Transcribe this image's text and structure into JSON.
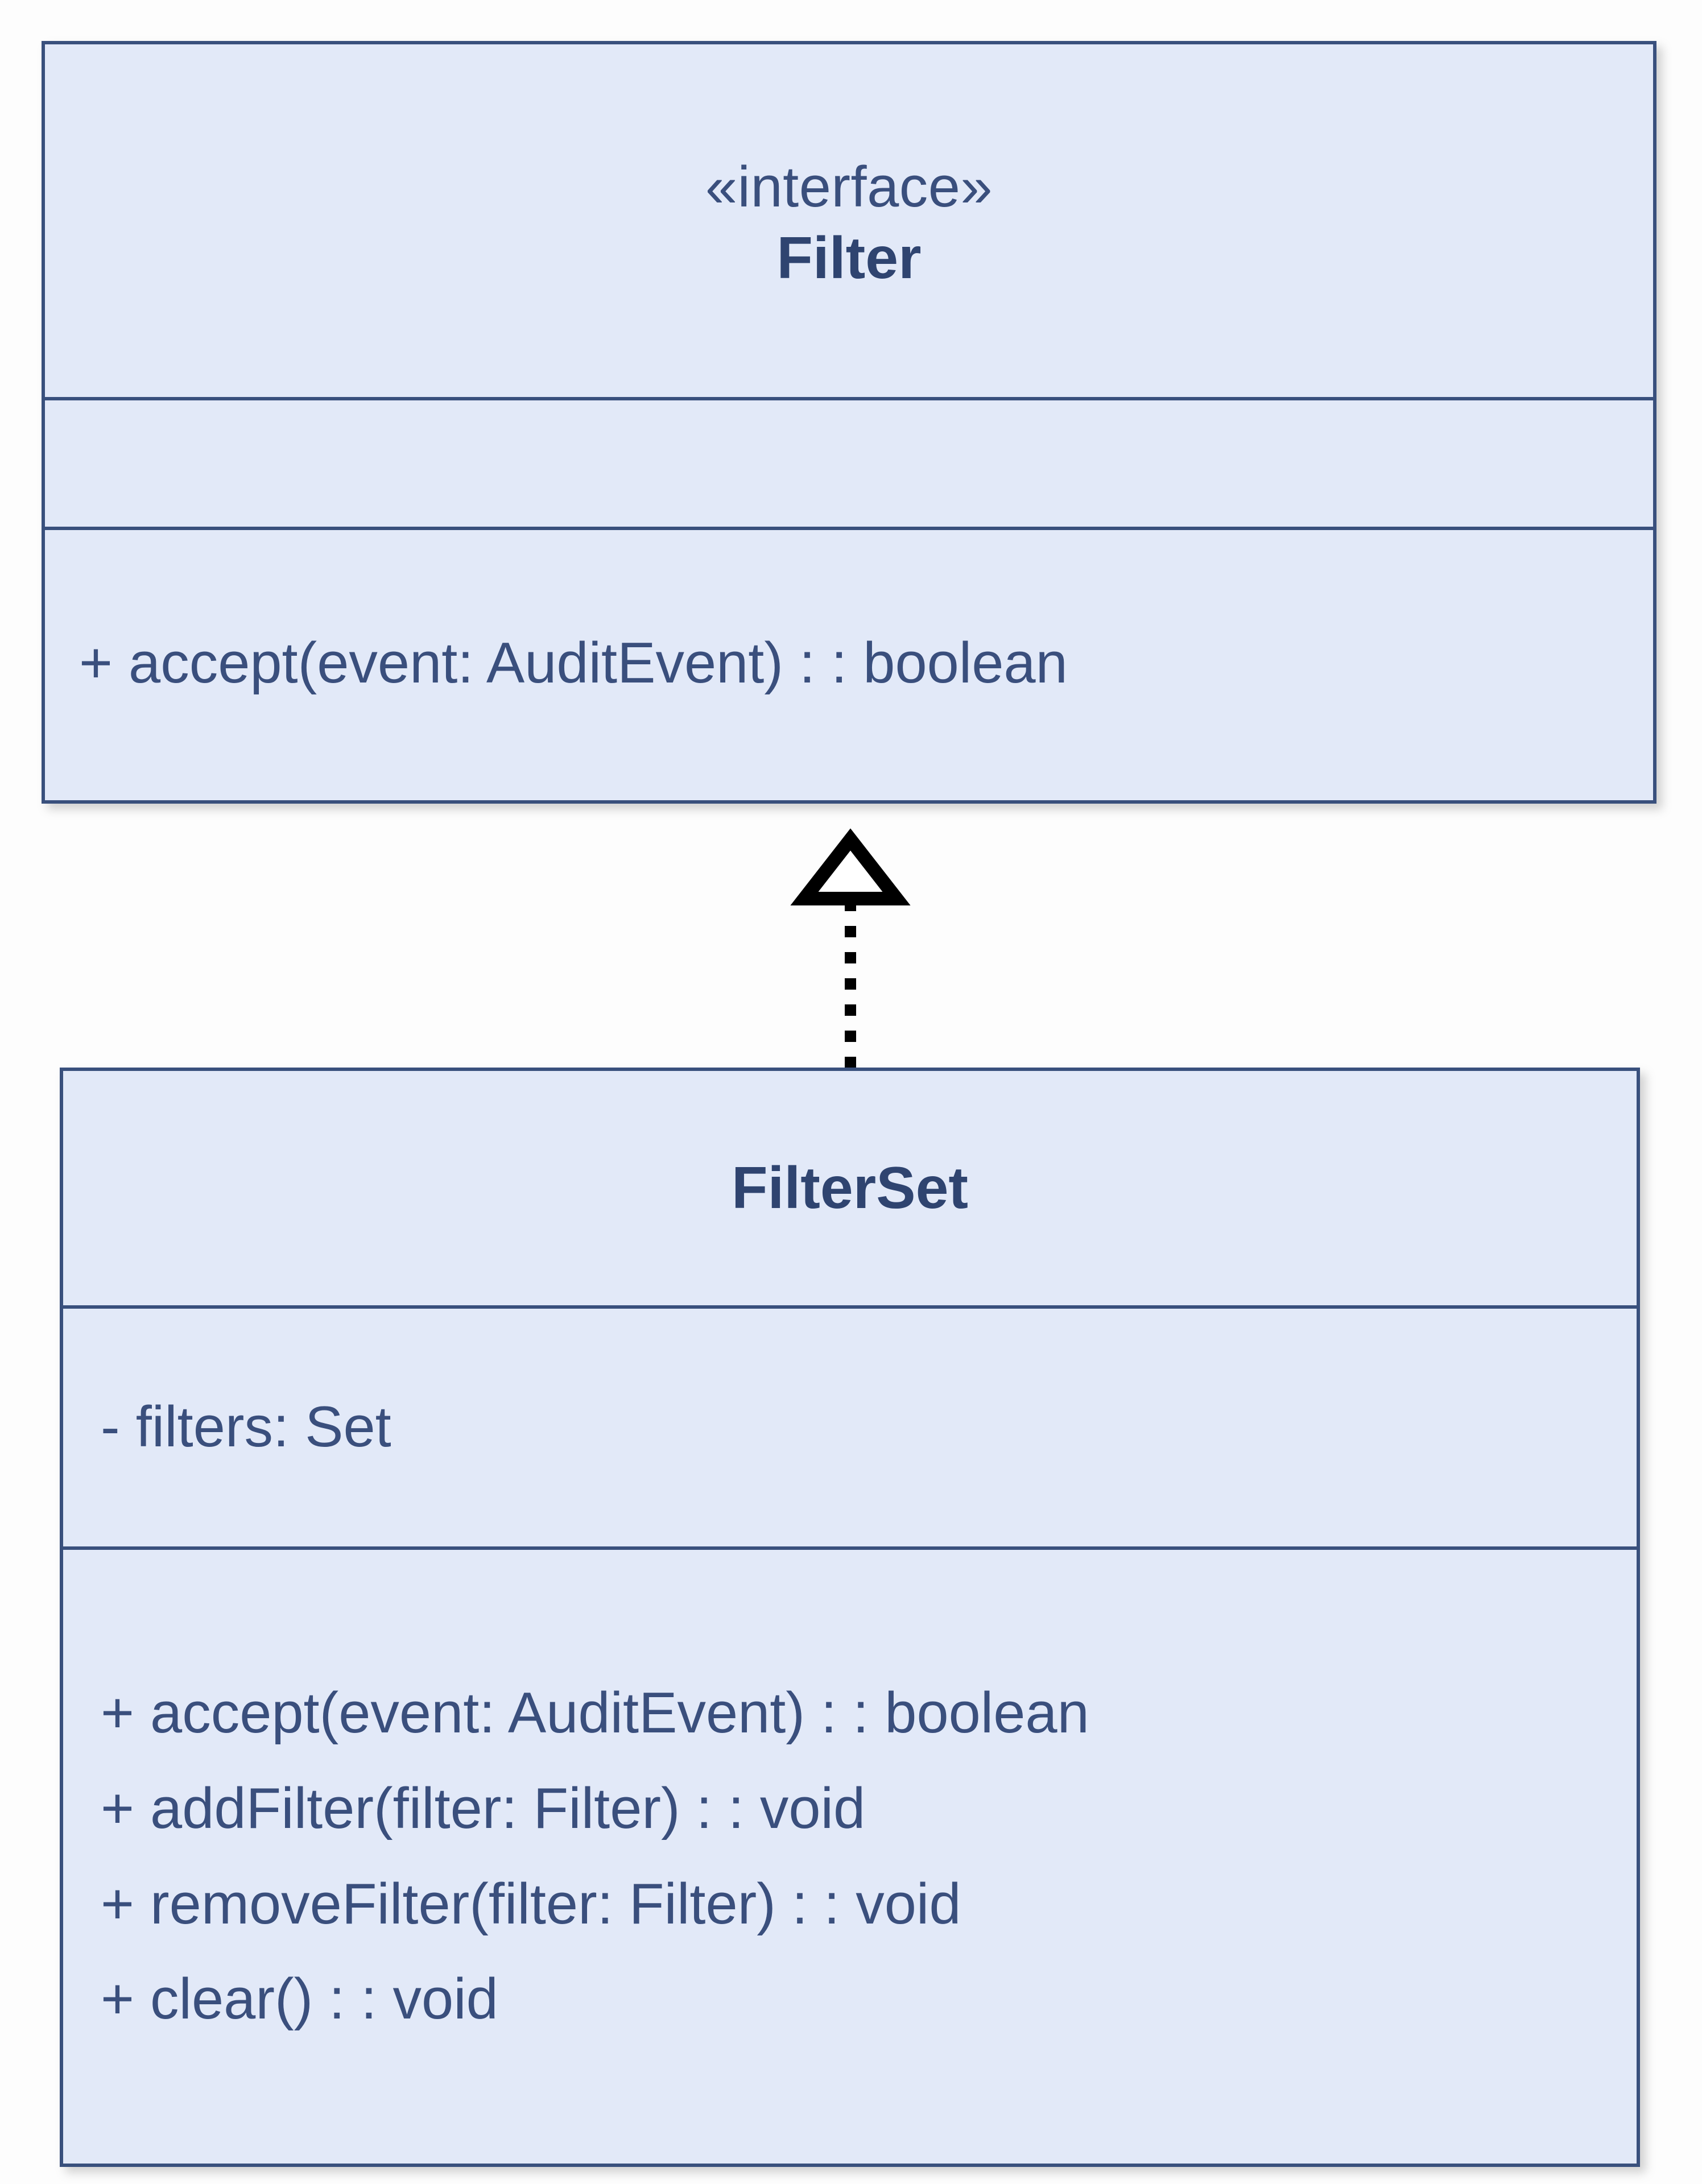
{
  "diagram": {
    "type": "uml-class-diagram",
    "background_color": "#fdfdfd",
    "fill_color": "#e2e9f8",
    "border_color": "#39507d",
    "text_color": "#3a4f7d",
    "connector_color": "#000000"
  },
  "classes": [
    {
      "id": "filter",
      "stereotype": "«interface»",
      "name": "Filter",
      "attributes": [],
      "operations": [
        "+ accept(event: AuditEvent) : : boolean"
      ]
    },
    {
      "id": "filterset",
      "stereotype": "",
      "name": "FilterSet",
      "attributes": [
        "- filters: Set"
      ],
      "operations": [
        "+ accept(event: AuditEvent) : : boolean",
        "+ addFilter(filter: Filter) : : void",
        "+ removeFilter(filter: Filter) : : void",
        "+ clear() : : void"
      ]
    }
  ],
  "relationships": [
    {
      "id": "filterset-realizes-filter",
      "kind": "realization",
      "from": "FilterSet",
      "to": "Filter",
      "line_style": "dotted",
      "arrow_head": "hollow-triangle"
    }
  ]
}
